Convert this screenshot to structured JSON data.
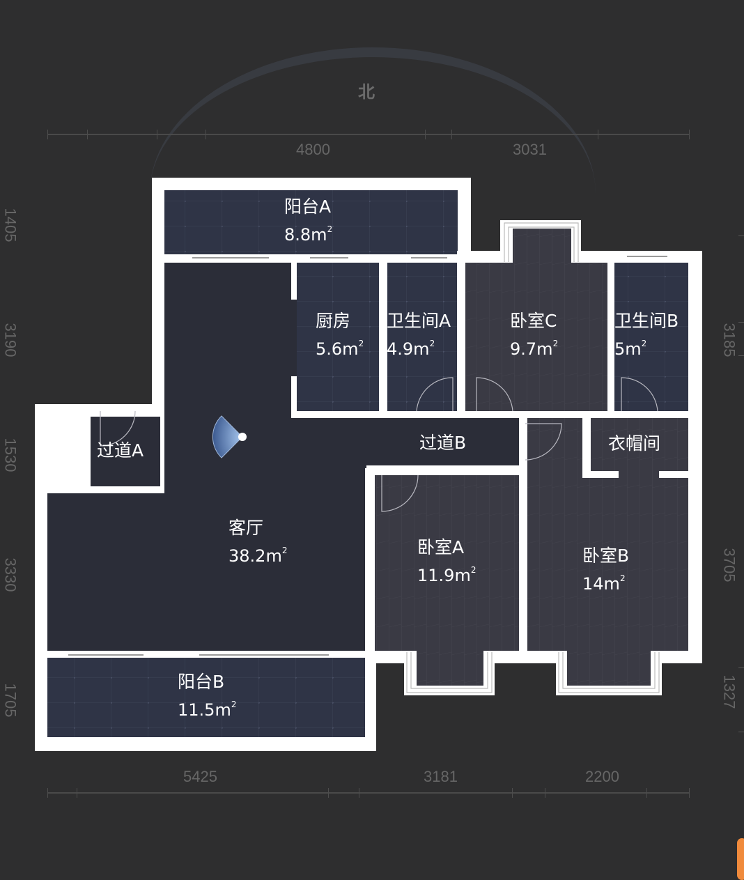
{
  "compass": {
    "north_label": "北"
  },
  "dimensions": {
    "top": [
      "4800",
      "3031"
    ],
    "bottom": [
      "5425",
      "3181",
      "2200"
    ],
    "left": [
      "1405",
      "3190",
      "1530",
      "3330",
      "1705"
    ],
    "right": [
      "3185",
      "3705",
      "1327"
    ]
  },
  "rooms": [
    {
      "name": "阳台A",
      "area": "8.8",
      "unit": "m",
      "exp": "2"
    },
    {
      "name": "厨房",
      "area": "5.6",
      "unit": "m",
      "exp": "2"
    },
    {
      "name": "卫生间A",
      "area": "4.9",
      "unit": "m",
      "exp": "2"
    },
    {
      "name": "卧室C",
      "area": "9.7",
      "unit": "m",
      "exp": "2"
    },
    {
      "name": "卫生间B",
      "area": "5",
      "unit": "m",
      "exp": "2"
    },
    {
      "name": "过道A"
    },
    {
      "name": "过道B"
    },
    {
      "name": "衣帽间"
    },
    {
      "name": "客厅",
      "area": "38.2",
      "unit": "m",
      "exp": "2"
    },
    {
      "name": "卧室A",
      "area": "11.9",
      "unit": "m",
      "exp": "2"
    },
    {
      "name": "卧室B",
      "area": "14",
      "unit": "m",
      "exp": "2"
    },
    {
      "name": "阳台B",
      "area": "11.5",
      "unit": "m",
      "exp": "2"
    }
  ],
  "colors": {
    "background": "#2e2e2f",
    "wall": "#ffffff",
    "tile_floor": "#2f3446",
    "wood_floor": "#3a3a44",
    "living_floor": "#2b2d38",
    "accent": "#f08a3c",
    "viewpoint": "#7fa8e0"
  }
}
